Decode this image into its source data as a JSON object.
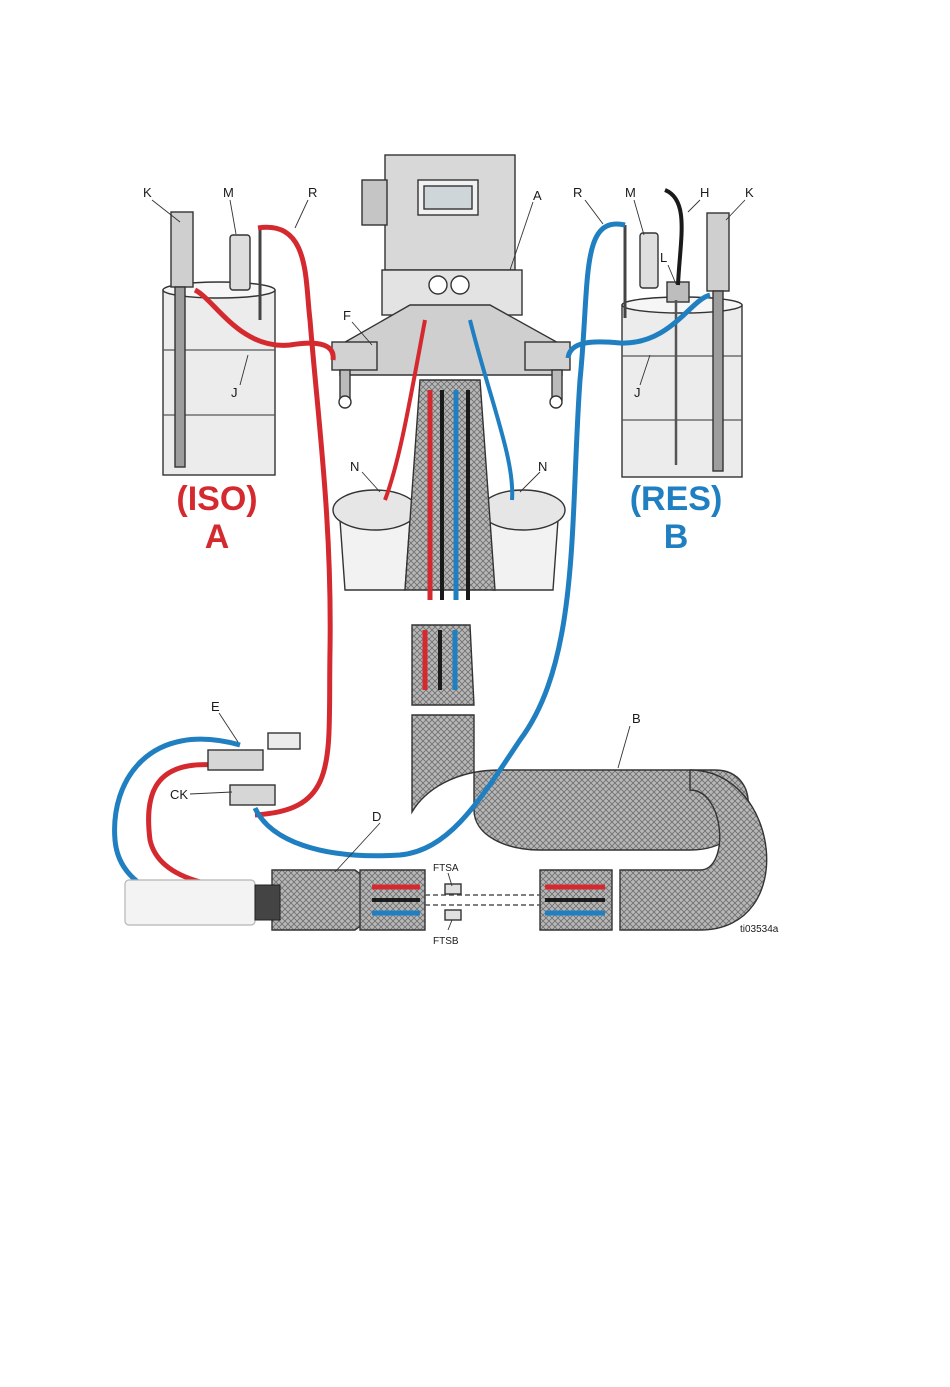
{
  "colors": {
    "iso": "#d42a2f",
    "res": "#1f7fc1",
    "bundle": "#9a9a9a",
    "outline": "#333333",
    "drum": "#ececec",
    "machine": "#d8d8d8"
  },
  "labels": {
    "iso_title": "(ISO)",
    "iso_letter": "A",
    "res_title": "(RES)",
    "res_letter": "B"
  },
  "callouts": {
    "k_left": "K",
    "m_left": "M",
    "r_left": "R",
    "a": "A",
    "r_right": "R",
    "m_right": "M",
    "h": "H",
    "k_right": "K",
    "l": "L",
    "f": "F",
    "j_left": "J",
    "j_right": "J",
    "n_left": "N",
    "n_right": "N",
    "e": "E",
    "b": "B",
    "ck": "CK",
    "d": "D",
    "ftsa": "FTSA",
    "ftsb": "FTSB",
    "figure_id": "ti03534a"
  }
}
